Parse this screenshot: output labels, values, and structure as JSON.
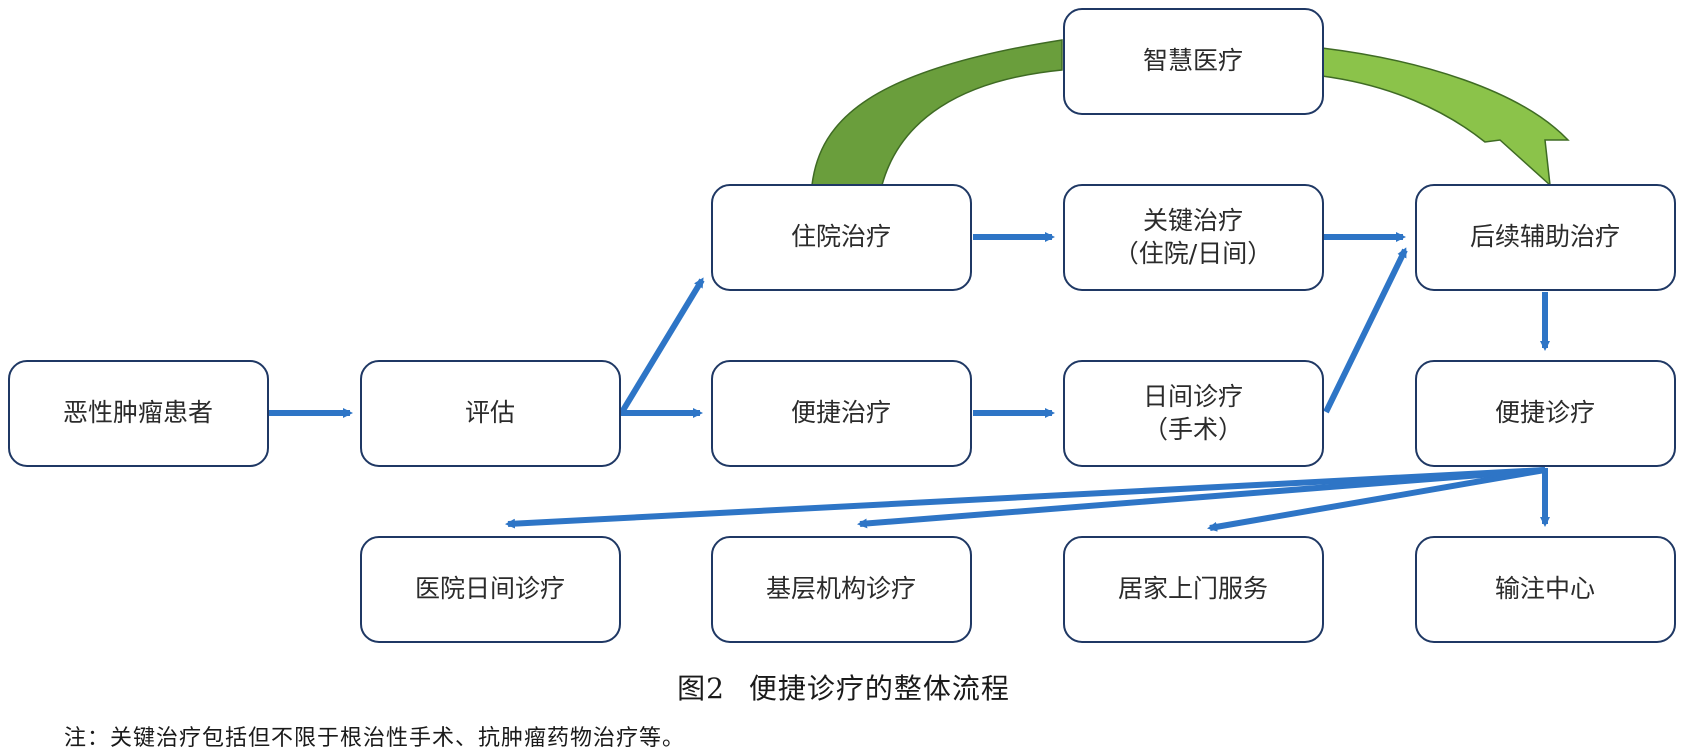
{
  "nodes": {
    "patient": "恶性肿瘤患者",
    "assess": "评估",
    "inpatient": "住院治疗",
    "quick_treat": "便捷治疗",
    "smart": "智慧医疗",
    "key_line1": "关键治疗",
    "key_line2": "（住院/日间）",
    "day_line1": "日间诊疗",
    "day_line2": "（手术）",
    "followup": "后续辅助治疗",
    "quick_diag": "便捷诊疗",
    "hosp_day": "医院日间诊疗",
    "primary": "基层机构诊疗",
    "home": "居家上门服务",
    "infusion": "输注中心"
  },
  "caption": {
    "figure_no": "图2",
    "title": "便捷诊疗的整体流程"
  },
  "note": "注：关键治疗包括但不限于根治性手术、抗肿瘤药物治疗等。",
  "colors": {
    "arrow": "#2e75c6",
    "node_border": "#1f3864",
    "green_dark": "#5d9438",
    "green_light": "#8bc34a"
  }
}
